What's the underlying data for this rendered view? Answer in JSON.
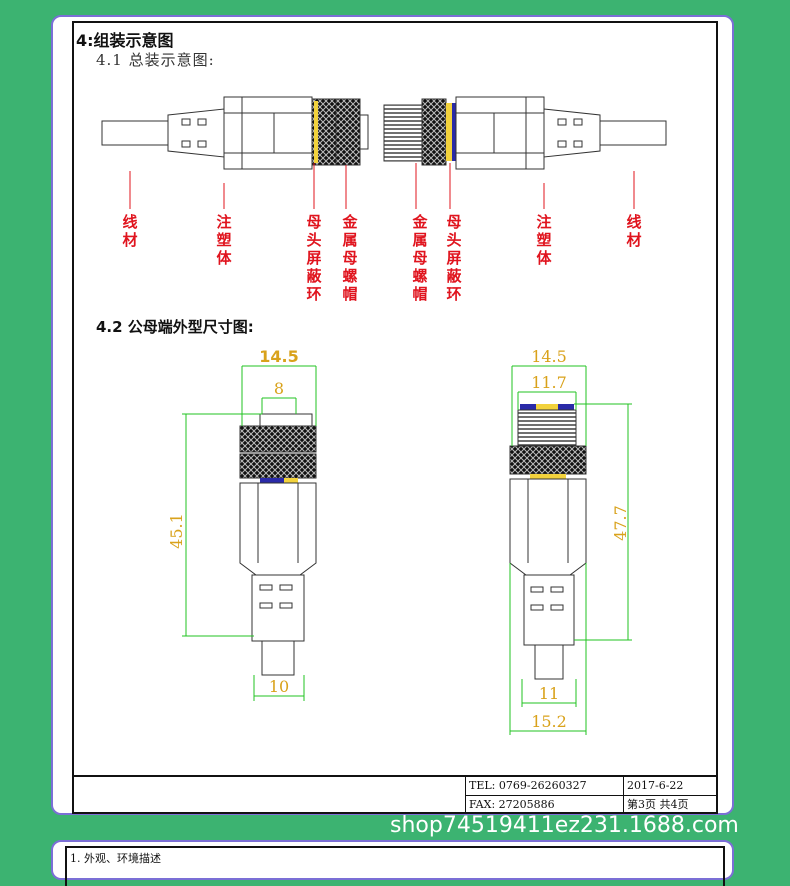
{
  "section_title": "4:组装示意图",
  "sub_41": "4.1 总装示意图:",
  "sub_42": "4.2 公母端外型尺寸图:",
  "parts": [
    {
      "chars": [
        "线",
        "材"
      ]
    },
    {
      "chars": [
        "注",
        "塑",
        "体"
      ]
    },
    {
      "chars": [
        "母",
        "头",
        "屏",
        "蔽",
        "环"
      ]
    },
    {
      "chars": [
        "金",
        "属",
        "母",
        "螺",
        "帽"
      ]
    },
    {
      "chars": [
        "金",
        "属",
        "母",
        "螺",
        "帽"
      ]
    },
    {
      "chars": [
        "母",
        "头",
        "屏",
        "蔽",
        "环"
      ]
    },
    {
      "chars": [
        "注",
        "塑",
        "体"
      ]
    },
    {
      "chars": [
        "线",
        "材"
      ]
    }
  ],
  "dims_left": {
    "top_width": "14.5",
    "inner_width": "8",
    "length": "45.1",
    "cable": "10"
  },
  "dims_right": {
    "top_width": "14.5",
    "inner_width": "11.7",
    "length": "47.7",
    "cable": "11",
    "bottom_width": "15.2"
  },
  "footer": {
    "tel": "TEL: 0769-26260327",
    "date": "2017-6-22",
    "fax": "FAX: 27205886",
    "page": "第3页 共4页"
  },
  "watermark": "shop74519411ez231.1688.com",
  "next_page_heading": "1. 外观、环境描述",
  "colors": {
    "background": "#3cb371",
    "label_red": "#e0141e",
    "dim_orange": "#d9a21b",
    "dim_green": "#22c322",
    "accent_blue": "#2a2aa8",
    "accent_yellow": "#f2d23c"
  }
}
